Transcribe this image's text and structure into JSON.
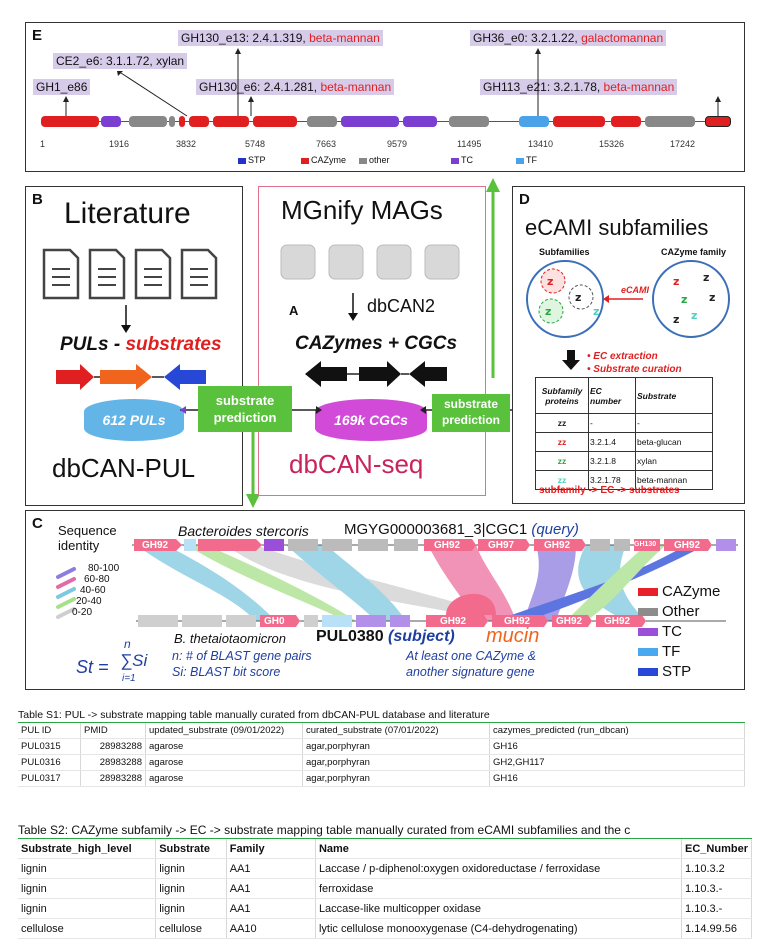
{
  "panelE": {
    "label": "E",
    "genes": [
      {
        "text": "GH130_e13: 2.4.1.319, ",
        "sub": "beta-mannan"
      },
      {
        "text": "GH36_e0: 3.2.1.22, ",
        "sub": "galactomannan"
      },
      {
        "text": "CE2_e6: 3.1.1.72, xylan",
        "sub": ""
      },
      {
        "text": "GH1_e86",
        "sub": ""
      },
      {
        "text": "GH130_e6: 2.4.1.281, ",
        "sub": "beta-mannan"
      },
      {
        "text": "GH113_e21: 3.2.1.78, ",
        "sub": "beta-mannan"
      }
    ],
    "axis_ticks": [
      "1",
      "1916",
      "3832",
      "5748",
      "7663",
      "9579",
      "11495",
      "13410",
      "15326",
      "17242"
    ],
    "legend": [
      {
        "label": "STP",
        "color": "#2233cc"
      },
      {
        "label": "CAZyme",
        "color": "#e02020"
      },
      {
        "label": "other",
        "color": "#888888"
      },
      {
        "label": "TC",
        "color": "#7a3fd1"
      },
      {
        "label": "TF",
        "color": "#4aa3e8"
      }
    ]
  },
  "panelB": {
    "label": "B",
    "title": "Literature",
    "puls": "PULs - ",
    "substrates": "substrates",
    "cyl": "612 PULs",
    "name": "dbCAN-PUL"
  },
  "panelA": {
    "label": "A",
    "title": "MGnify MAGs",
    "tool": "dbCAN2",
    "cgc_title": "CAZymes + CGCs",
    "cyl": "169k CGCs",
    "name": "dbCAN-seq"
  },
  "substrate_pred": "substrate prediction",
  "panelD": {
    "label": "D",
    "title": "eCAMI subfamilies",
    "sub1": "Subfamilies",
    "sub2": "CAZyme family",
    "ecami": "eCAMI",
    "bullet1": "• EC extraction",
    "bullet2": "• Substrate curation",
    "th": [
      "Subfamily proteins",
      "EC number",
      "Substrate"
    ],
    "rows": [
      {
        "ec": "-",
        "sub": "-"
      },
      {
        "ec": "3.2.1.4",
        "sub": "beta-glucan"
      },
      {
        "ec": "3.2.1.8",
        "sub": "xylan"
      },
      {
        "ec": "3.2.1.78",
        "sub": "beta-mannan"
      }
    ],
    "footer": "subfamily -> EC -> substrates"
  },
  "panelC": {
    "label": "C",
    "seq_identity": "Sequence identity",
    "ranges": [
      "80-100",
      "60-80",
      "40-60",
      "20-40",
      "0-20"
    ],
    "query_species": "Bacteroides stercoris",
    "query_id": "MGYG000003681_3|CGC1",
    "query_tag": "(query)",
    "query_genes": [
      "GH92",
      "GH92",
      "GH97",
      "GH92",
      "GH130",
      "GH92"
    ],
    "subject_genes": [
      "GH0",
      "GH92",
      "GH92",
      "GH92",
      "GH92"
    ],
    "subject_species": "B. thetaiotaomicron",
    "subject_id": "PUL0380",
    "subject_tag": "(subject)",
    "mucin": "mucin",
    "formula_lhs": "St =",
    "formula_n": "n",
    "formula_sum": "∑Si",
    "formula_i": "i=1",
    "n_def": "n: # of BLAST gene pairs",
    "si_def": "Si: BLAST bit score",
    "note1": "At least one CAZyme &",
    "note2": "another signature gene",
    "legend": [
      {
        "label": "CAZyme",
        "color": "#e8202a"
      },
      {
        "label": "Other",
        "color": "#8c8c8c"
      },
      {
        "label": "TC",
        "color": "#9b4fd8"
      },
      {
        "label": "TF",
        "color": "#4aa8ee"
      },
      {
        "label": "STP",
        "color": "#2747d6"
      }
    ]
  },
  "tableS1": {
    "title": "Table S1: PUL -> substrate mapping table manually curated from dbCAN-PUL database and literature",
    "headers": [
      "PUL ID",
      "PMID",
      "updated_substrate (09/01/2022)",
      "curated_substrate (07/01/2022)",
      "cazymes_predicted (run_dbcan)"
    ],
    "rows": [
      [
        "PUL0315",
        "28983288",
        "agarose",
        "agar,porphyran",
        "GH16"
      ],
      [
        "PUL0316",
        "28983288",
        "agarose",
        "agar,porphyran",
        "GH2,GH117"
      ],
      [
        "PUL0317",
        "28983288",
        "agarose",
        "agar,porphyran",
        "GH16"
      ]
    ]
  },
  "tableS2": {
    "title": "Table S2: CAZyme subfamily -> EC -> substrate mapping table manually curated from eCAMI subfamilies and the c",
    "headers": [
      "Substrate_high_level",
      "Substrate",
      "Family",
      "Name",
      "EC_Number"
    ],
    "rows": [
      [
        "lignin",
        "lignin",
        "AA1",
        "Laccase / p-diphenol:oxygen oxidoreductase / ferroxidase",
        "1.10.3.2"
      ],
      [
        "lignin",
        "lignin",
        "AA1",
        "ferroxidase",
        "1.10.3.-"
      ],
      [
        "lignin",
        "lignin",
        "AA1",
        "Laccase-like multicopper oxidase",
        "1.10.3.-"
      ],
      [
        "cellulose",
        "cellulose",
        "AA10",
        "lytic cellulose monooxygenase (C4-dehydrogenating)",
        "1.14.99.56"
      ]
    ]
  }
}
